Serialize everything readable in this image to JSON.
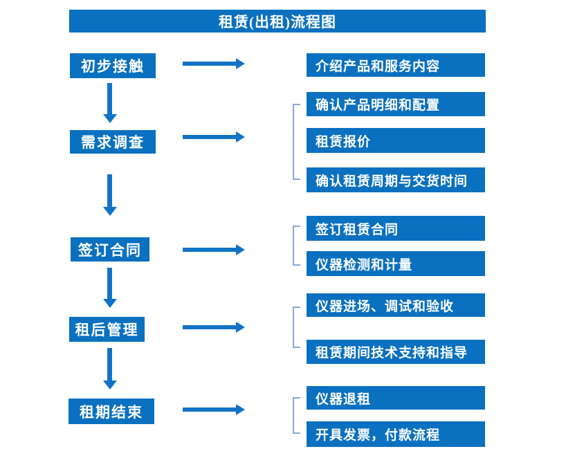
{
  "title": "租赁(出租)流程图",
  "steps": [
    {
      "label": "初步接触",
      "outputs": [
        "介绍产品和服务内容"
      ]
    },
    {
      "label": "需求调查",
      "outputs": [
        "确认产品明细和配置",
        "租赁报价",
        "确认租赁周期与交货时间"
      ]
    },
    {
      "label": "签订合同",
      "outputs": [
        "签订租赁合同",
        "仪器检测和计量"
      ]
    },
    {
      "label": "租后管理",
      "outputs": [
        "仪器进场、调试和验收",
        "租赁期间技术支持和指导"
      ]
    },
    {
      "label": "租期结束",
      "outputs": [
        "仪器退租",
        "开具发票，付款流程"
      ]
    }
  ],
  "colors": {
    "box_blue": "#0a70c0",
    "arrow_blue": "#1173c6",
    "bracket_blue": "#8aa5d6",
    "text_white": "#ffffff",
    "background": "#ffffff"
  }
}
